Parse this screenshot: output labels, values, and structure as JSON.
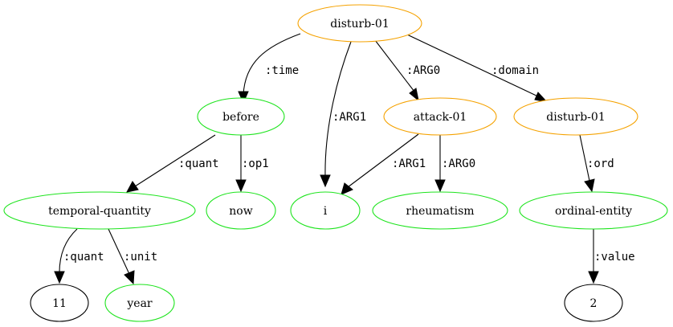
{
  "colors": {
    "event": "#f5a200",
    "concept": "#1ee41e",
    "constant": "#000000"
  },
  "nodes": {
    "disturb_root": {
      "label": "disturb-01",
      "kind": "event"
    },
    "before": {
      "label": "before",
      "kind": "concept"
    },
    "attack": {
      "label": "attack-01",
      "kind": "event"
    },
    "disturb_domain": {
      "label": "disturb-01",
      "kind": "event"
    },
    "temporal_quantity": {
      "label": "temporal-quantity",
      "kind": "concept"
    },
    "now": {
      "label": "now",
      "kind": "concept"
    },
    "i": {
      "label": "i",
      "kind": "concept"
    },
    "rheumatism": {
      "label": "rheumatism",
      "kind": "concept"
    },
    "ordinal_entity": {
      "label": "ordinal-entity",
      "kind": "concept"
    },
    "eleven": {
      "label": "11",
      "kind": "constant"
    },
    "year": {
      "label": "year",
      "kind": "concept"
    },
    "two": {
      "label": "2",
      "kind": "constant"
    }
  },
  "edges": [
    {
      "from": "disturb_root",
      "to": "before",
      "label": ":time"
    },
    {
      "from": "disturb_root",
      "to": "i",
      "label": ":ARG1"
    },
    {
      "from": "disturb_root",
      "to": "attack",
      "label": ":ARG0"
    },
    {
      "from": "disturb_root",
      "to": "disturb_domain",
      "label": ":domain"
    },
    {
      "from": "before",
      "to": "temporal_quantity",
      "label": ":quant"
    },
    {
      "from": "before",
      "to": "now",
      "label": ":op1"
    },
    {
      "from": "attack",
      "to": "i",
      "label": ":ARG1"
    },
    {
      "from": "attack",
      "to": "rheumatism",
      "label": ":ARG0"
    },
    {
      "from": "disturb_domain",
      "to": "ordinal_entity",
      "label": ":ord"
    },
    {
      "from": "temporal_quantity",
      "to": "eleven",
      "label": ":quant"
    },
    {
      "from": "temporal_quantity",
      "to": "year",
      "label": ":unit"
    },
    {
      "from": "ordinal_entity",
      "to": "two",
      "label": ":value"
    }
  ]
}
